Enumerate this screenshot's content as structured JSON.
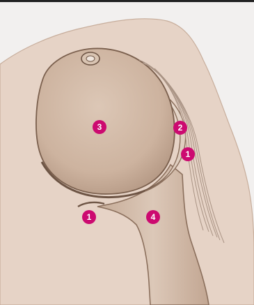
{
  "diagram": {
    "markers": [
      {
        "id": "m1a",
        "label": "1"
      },
      {
        "id": "m1b",
        "label": "1"
      },
      {
        "id": "m2",
        "label": "2"
      },
      {
        "id": "m3",
        "label": "3"
      },
      {
        "id": "m4",
        "label": "4"
      }
    ]
  },
  "colors": {
    "background": "#f2f0ef",
    "skin": "#e6d3c6",
    "bone": "#d2bcaa",
    "marker": "#cc0a70",
    "marker_text": "#ffffff"
  }
}
